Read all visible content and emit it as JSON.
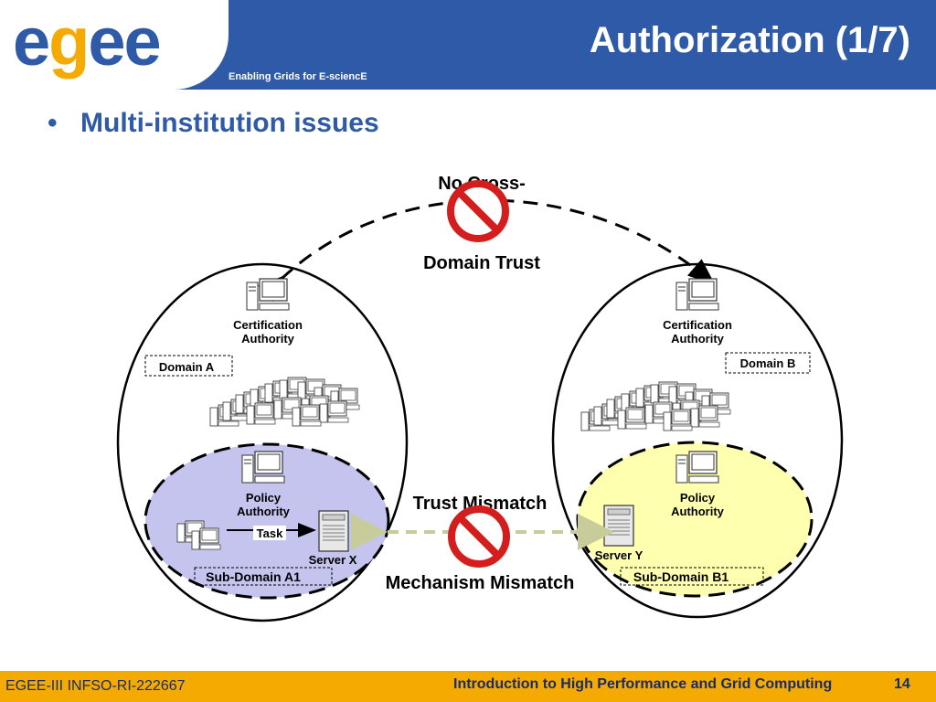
{
  "header": {
    "logo_letters": [
      "e",
      "g",
      "e",
      "e"
    ],
    "logo_colors": [
      "#2f5aa8",
      "#f4aa00",
      "#2f5aa8",
      "#2f5aa8"
    ],
    "subtitle": "Enabling Grids for E-sciencE",
    "title": "Authorization (1/7)"
  },
  "bullet": {
    "symbol": "•",
    "text": "Multi-institution issues"
  },
  "diagram": {
    "top_trust_line1": "No Cross-",
    "top_trust_line2": "Domain Trust",
    "domain_a": {
      "label": "Domain A",
      "ca_line1": "Certification",
      "ca_line2": "Authority",
      "policy_line1": "Policy",
      "policy_line2": "Authority",
      "task": "Task",
      "server": "Server X",
      "subdomain": "Sub-Domain A1",
      "subdomain_color": "#c4c4ee"
    },
    "domain_b": {
      "label": "Domain B",
      "ca_line1": "Certification",
      "ca_line2": "Authority",
      "policy_line1": "Policy",
      "policy_line2": "Authority",
      "server": "Server Y",
      "subdomain": "Sub-Domain B1",
      "subdomain_color": "#ffffb0"
    },
    "mismatch_1": "Trust Mismatch",
    "mismatch_2": "Mechanism Mismatch",
    "prohibit_color": "#d41e1e"
  },
  "footer": {
    "left": "EGEE-III INFSO-RI-222667",
    "center": "Introduction to High Performance and Grid Computing",
    "page": "14",
    "color": "#f4aa00"
  }
}
